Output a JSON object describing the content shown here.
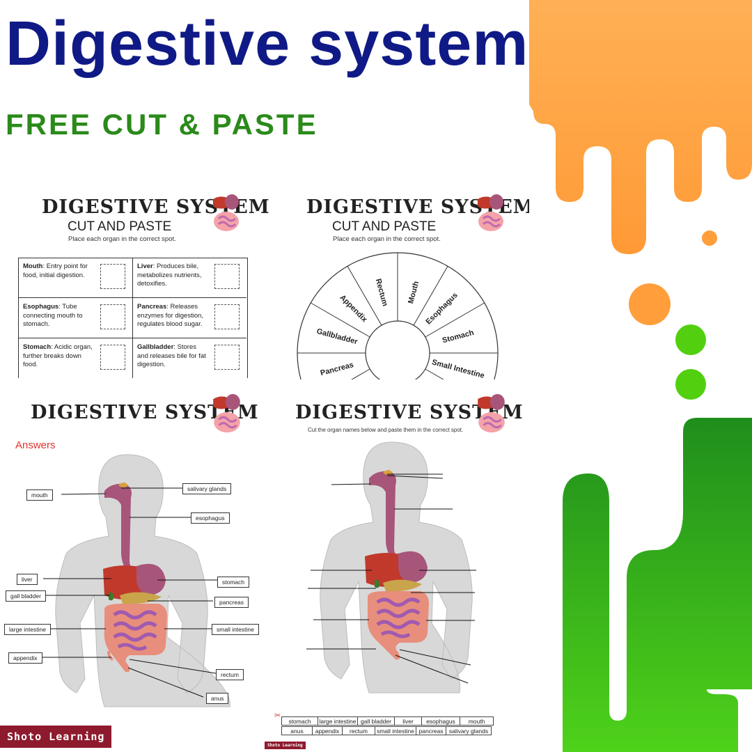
{
  "header": {
    "title": "Digestive system",
    "subtitle": "FREE CUT & PASTE"
  },
  "colors": {
    "title": "#101a86",
    "subtitle": "#2a8a1a",
    "orange": "#ff9b38",
    "green": "#3cc018",
    "brand": "#8e1a2e"
  },
  "worksheet_table": {
    "title": "DIGESTIVE SYSTEM",
    "subtitle": "CUT AND PASTE",
    "instruction": "Place each organ in the correct spot.",
    "cells": [
      {
        "name": "Mouth",
        "desc": ": Entry point for food, initial digestion."
      },
      {
        "name": "Liver",
        "desc": ": Produces bile, metabolizes nutrients, detoxifies."
      },
      {
        "name": "Esophagus",
        "desc": ": Tube connecting mouth to stomach."
      },
      {
        "name": "Pancreas",
        "desc": ": Releases enzymes for digestion, regulates blood sugar."
      },
      {
        "name": "Stomach",
        "desc": ": Acidic organ, further breaks down food."
      },
      {
        "name": "Gallbladder",
        "desc": ": Stores and releases bile for fat digestion."
      }
    ]
  },
  "worksheet_wheel": {
    "title": "DIGESTIVE SYSTEM",
    "subtitle": "CUT AND PASTE",
    "instruction": "Place each organ in the correct spot.",
    "segments": [
      "Mouth",
      "Esophagus",
      "Stomach",
      "Small Intestine",
      "Pancreas",
      "Gallbladder",
      "Appendix",
      "Rectum"
    ]
  },
  "worksheet_answers": {
    "title": "DIGESTIVE SYSTEM",
    "answers_label": "Answers",
    "labels": {
      "mouth": "mouth",
      "salivary": "salivary glands",
      "esophagus": "esophagus",
      "liver": "liver",
      "stomach": "stomach",
      "gallbladder": "gall bladder",
      "pancreas": "pancreas",
      "large_intestine": "large intestine",
      "small_intestine": "small intestine",
      "appendix": "appendix",
      "rectum": "rectum",
      "anus": "anus"
    }
  },
  "worksheet_blank": {
    "title": "DIGESTIVE SYSTEM",
    "instruction": "Cut the organ names below and paste them in the correct spot.",
    "cut_row1": [
      "stomach",
      "large intestine",
      "gall bladder",
      "liver",
      "esophagus",
      "mouth"
    ],
    "cut_row2": [
      "anus",
      "appendix",
      "rectum",
      "small intestine",
      "pancreas",
      "salivary glands"
    ],
    "scissors": "✂"
  },
  "brand": {
    "main": "Shoto Learning",
    "small": "Shoto Learning"
  }
}
